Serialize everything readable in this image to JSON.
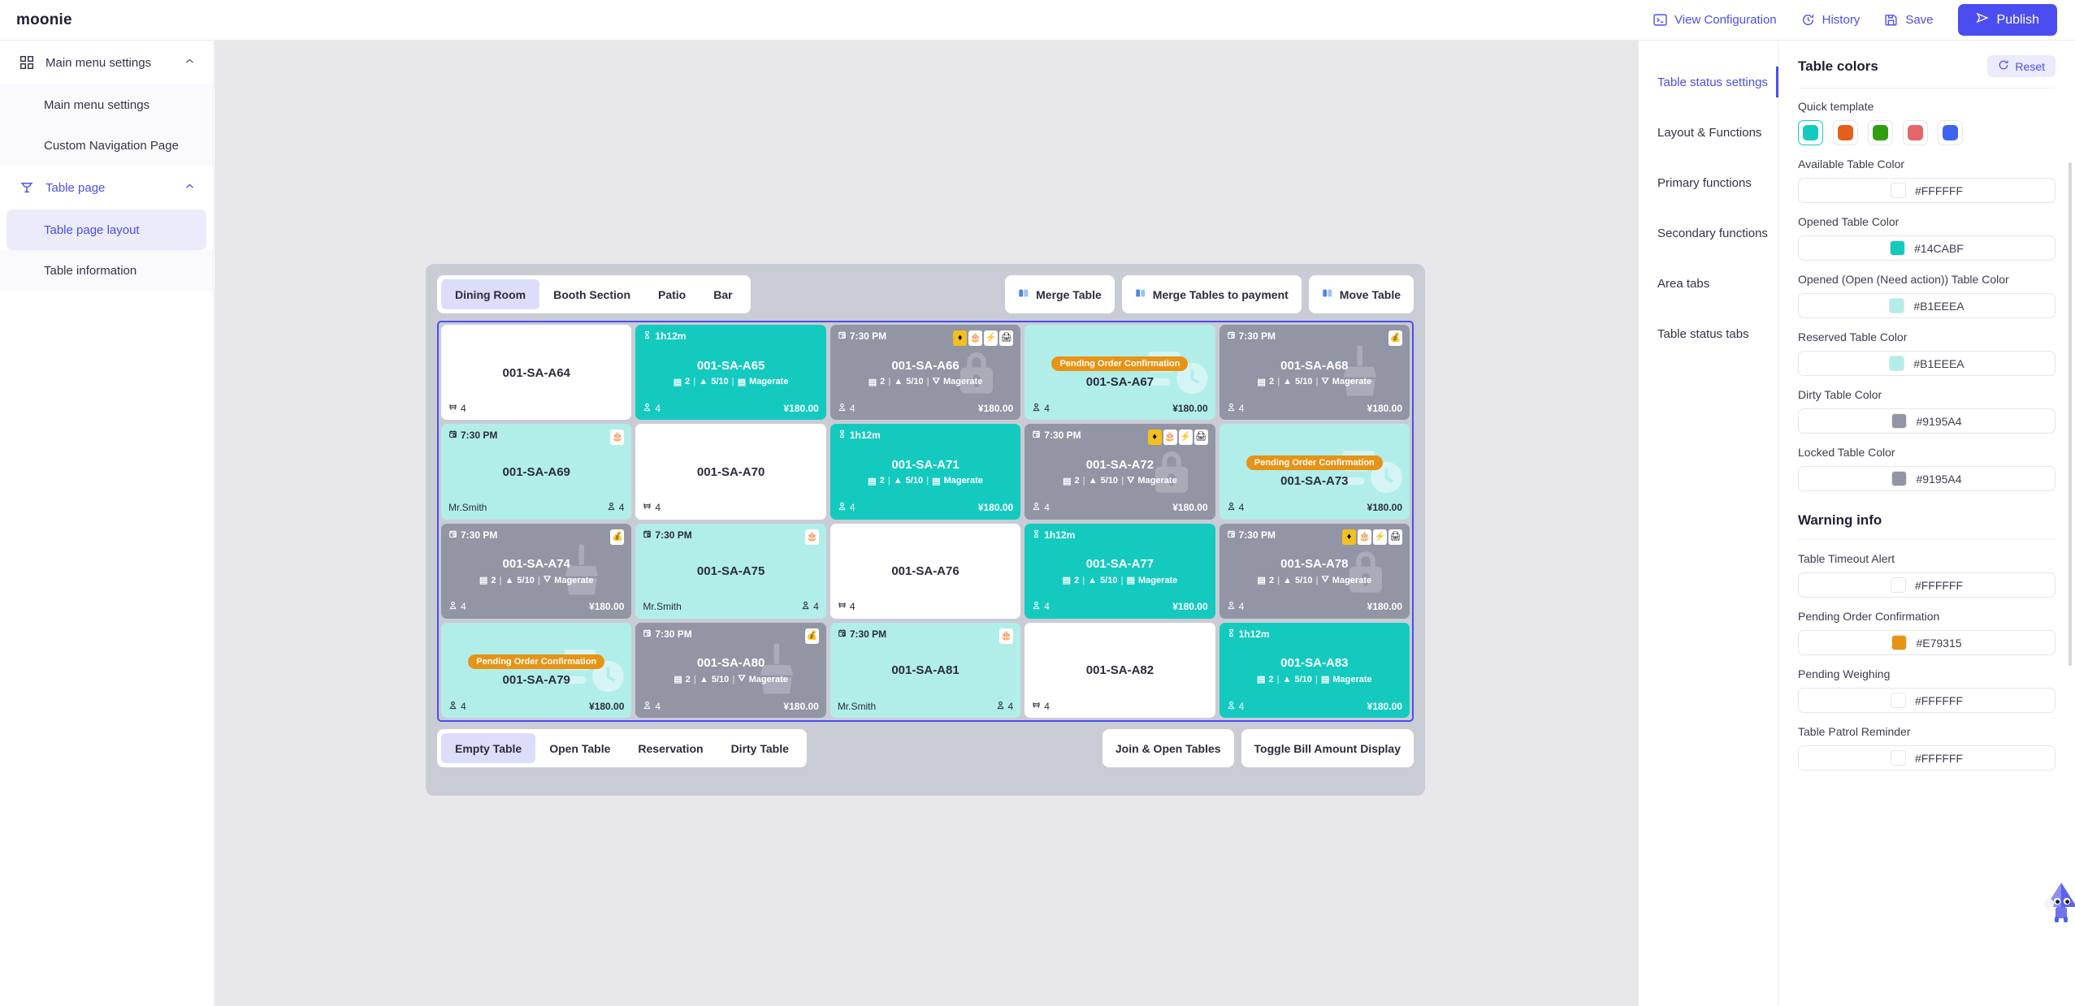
{
  "topbar": {
    "brand": "moonie",
    "actions": [
      {
        "label": "View Configuration",
        "icon": "terminal-icon"
      },
      {
        "label": "History",
        "icon": "history-clock-icon"
      },
      {
        "label": "Save",
        "icon": "floppy-disk-icon"
      }
    ],
    "publish_label": "Publish"
  },
  "sidebar": {
    "groups": [
      {
        "label": "Main menu settings",
        "icon": "grid-icon",
        "active": false,
        "items": [
          {
            "label": "Main menu settings",
            "selected": false
          },
          {
            "label": "Custom Navigation Page",
            "selected": false
          }
        ]
      },
      {
        "label": "Table page",
        "icon": "table-icon",
        "active": true,
        "items": [
          {
            "label": "Table page layout",
            "selected": true
          },
          {
            "label": "Table information",
            "selected": false
          }
        ]
      }
    ]
  },
  "preview": {
    "area_tabs": [
      {
        "label": "Dining Room",
        "selected": true
      },
      {
        "label": "Booth Section",
        "selected": false
      },
      {
        "label": "Patio",
        "selected": false
      },
      {
        "label": "Bar",
        "selected": false
      }
    ],
    "top_actions": [
      {
        "label": "Merge Table",
        "icon": "merge-icon"
      },
      {
        "label": "Merge Tables to payment",
        "icon": "merge-icon"
      },
      {
        "label": "Move Table",
        "icon": "move-icon"
      }
    ],
    "status_tabs": [
      {
        "label": "Empty Table",
        "selected": true
      },
      {
        "label": "Open Table",
        "selected": false
      },
      {
        "label": "Reservation",
        "selected": false
      },
      {
        "label": "Dirty Table",
        "selected": false
      }
    ],
    "bottom_actions": [
      {
        "label": "Join & Open Tables"
      },
      {
        "label": "Toggle Bill Amount Display"
      }
    ],
    "meta_template": {
      "orders": "2",
      "served": "5/10",
      "pace": "Magerate"
    },
    "rows": [
      [
        {
          "name": "001-SA-A64",
          "state": "avail",
          "seats": "4",
          "seat_icon": "chair-icon"
        },
        {
          "name": "001-SA-A65",
          "state": "open",
          "time": "1h12m",
          "time_icon": "hourglass-icon",
          "seats": "4",
          "seat_icon": "person-icon",
          "amount": "¥180.00",
          "meta": true
        },
        {
          "name": "001-SA-A66",
          "state": "gray",
          "time": "7:30 PM",
          "time_icon": "alarm-icon",
          "seats": "4",
          "seat_icon": "person-icon",
          "amount": "¥180.00",
          "meta": true,
          "watermark": "lock",
          "badges": [
            "vip-icon",
            "cake-icon",
            "bolt-icon",
            "printer-icon"
          ]
        },
        {
          "name": "001-SA-A67",
          "state": "soft",
          "pending": "Pending Order Confirmation",
          "seats": "4",
          "seat_icon": "person-icon",
          "amount": "¥180.00",
          "watermark": "clock"
        },
        {
          "name": "001-SA-A68",
          "state": "gray",
          "time": "7:30 PM",
          "time_icon": "alarm-icon",
          "seats": "4",
          "seat_icon": "person-icon",
          "amount": "¥180.00",
          "meta": true,
          "watermark": "broom",
          "badges": [
            "moneybag-icon"
          ]
        }
      ],
      [
        {
          "name": "001-SA-A69",
          "state": "soft",
          "time": "7:30 PM",
          "time_icon": "alarm-icon",
          "guest": "Mr.Smith",
          "seats": "4",
          "seat_icon": "person-icon",
          "badges": [
            "cake-icon"
          ]
        },
        {
          "name": "001-SA-A70",
          "state": "avail",
          "seats": "4",
          "seat_icon": "chair-icon"
        },
        {
          "name": "001-SA-A71",
          "state": "open",
          "time": "1h12m",
          "time_icon": "hourglass-icon",
          "seats": "4",
          "seat_icon": "person-icon",
          "amount": "¥180.00",
          "meta": true
        },
        {
          "name": "001-SA-A72",
          "state": "gray",
          "time": "7:30 PM",
          "time_icon": "alarm-icon",
          "seats": "4",
          "seat_icon": "person-icon",
          "amount": "¥180.00",
          "meta": true,
          "watermark": "lock",
          "badges": [
            "vip-icon",
            "cake-icon",
            "bolt-icon",
            "printer-icon"
          ]
        },
        {
          "name": "001-SA-A73",
          "state": "soft",
          "pending": "Pending Order Confirmation",
          "seats": "4",
          "seat_icon": "person-icon",
          "amount": "¥180.00",
          "watermark": "clock"
        }
      ],
      [
        {
          "name": "001-SA-A74",
          "state": "gray",
          "time": "7:30 PM",
          "time_icon": "alarm-icon",
          "seats": "4",
          "seat_icon": "person-icon",
          "amount": "¥180.00",
          "meta": true,
          "watermark": "broom",
          "badges": [
            "moneybag-icon"
          ]
        },
        {
          "name": "001-SA-A75",
          "state": "soft",
          "time": "7:30 PM",
          "time_icon": "alarm-icon",
          "guest": "Mr.Smith",
          "seats": "4",
          "seat_icon": "person-icon",
          "badges": [
            "cake-icon"
          ]
        },
        {
          "name": "001-SA-A76",
          "state": "avail",
          "seats": "4",
          "seat_icon": "chair-icon"
        },
        {
          "name": "001-SA-A77",
          "state": "open",
          "time": "1h12m",
          "time_icon": "hourglass-icon",
          "seats": "4",
          "seat_icon": "person-icon",
          "amount": "¥180.00",
          "meta": true
        },
        {
          "name": "001-SA-A78",
          "state": "gray",
          "time": "7:30 PM",
          "time_icon": "alarm-icon",
          "seats": "4",
          "seat_icon": "person-icon",
          "amount": "¥180.00",
          "meta": true,
          "watermark": "lock",
          "badges": [
            "vip-icon",
            "cake-icon",
            "bolt-icon",
            "printer-icon"
          ]
        }
      ],
      [
        {
          "name": "001-SA-A79",
          "state": "soft",
          "pending": "Pending Order Confirmation",
          "seats": "4",
          "seat_icon": "person-icon",
          "amount": "¥180.00",
          "watermark": "clock"
        },
        {
          "name": "001-SA-A80",
          "state": "gray",
          "time": "7:30 PM",
          "time_icon": "alarm-icon",
          "seats": "4",
          "seat_icon": "person-icon",
          "amount": "¥180.00",
          "meta": true,
          "watermark": "broom",
          "badges": [
            "moneybag-icon"
          ]
        },
        {
          "name": "001-SA-A81",
          "state": "soft",
          "time": "7:30 PM",
          "time_icon": "alarm-icon",
          "guest": "Mr.Smith",
          "seats": "4",
          "seat_icon": "person-icon",
          "badges": [
            "cake-icon"
          ]
        },
        {
          "name": "001-SA-A82",
          "state": "avail",
          "seats": "4",
          "seat_icon": "chair-icon"
        },
        {
          "name": "001-SA-A83",
          "state": "open",
          "time": "1h12m",
          "time_icon": "hourglass-icon",
          "seats": "4",
          "seat_icon": "person-icon",
          "amount": "¥180.00",
          "meta": true
        }
      ]
    ]
  },
  "rightpanel": {
    "nav": [
      {
        "label": "Table status settings",
        "selected": true
      },
      {
        "label": "Layout & Functions",
        "selected": false
      },
      {
        "label": "Primary functions",
        "selected": false
      },
      {
        "label": "Secondary functions",
        "selected": false
      },
      {
        "label": "Area tabs",
        "selected": false
      },
      {
        "label": "Table status tabs",
        "selected": false
      }
    ],
    "title": "Table colors",
    "reset_label": "Reset",
    "quick_template_label": "Quick template",
    "quick_templates": [
      {
        "color": "#14CABF",
        "selected": true
      },
      {
        "color": "#E2601C",
        "selected": false
      },
      {
        "color": "#2F9E11",
        "selected": false
      },
      {
        "color": "#E4656B",
        "selected": false
      },
      {
        "color": "#3E63F0",
        "selected": false
      }
    ],
    "fields": [
      {
        "label": "Available Table Color",
        "value": "#FFFFFF"
      },
      {
        "label": "Opened Table Color",
        "value": "#14CABF"
      },
      {
        "label": "Opened (Open (Need action)) Table Color",
        "value": "#B1EEEA"
      },
      {
        "label": "Reserved Table Color",
        "value": "#B1EEEA"
      },
      {
        "label": "Dirty Table Color",
        "value": "#9195A4"
      },
      {
        "label": "Locked Table Color",
        "value": "#9195A4"
      }
    ],
    "warning_title": "Warning info",
    "warning_fields": [
      {
        "label": "Table Timeout Alert",
        "value": "#FFFFFF"
      },
      {
        "label": "Pending Order Confirmation",
        "value": "#E79315"
      },
      {
        "label": "Pending Weighing",
        "value": "#FFFFFF"
      },
      {
        "label": "Table Patrol Reminder",
        "value": "#FFFFFF"
      }
    ]
  }
}
